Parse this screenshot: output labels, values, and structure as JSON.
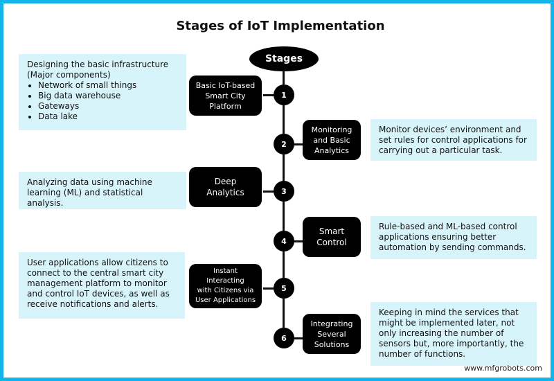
{
  "title": "Stages of IoT Implementation",
  "root_label": "Stages",
  "stages": [
    {
      "number": "1",
      "name": "Basic IoT-based\nSmart City\nPlatform",
      "description": "Designing the basic infrastructure (Major components)",
      "bullets": [
        "Network of small things",
        "Big data warehouse",
        "Gateways",
        "Data lake"
      ]
    },
    {
      "number": "2",
      "name": "Monitoring\nand Basic\nAnalytics",
      "description": "Monitor devices’ environment and set rules for control applications for carrying out a particular task."
    },
    {
      "number": "3",
      "name": "Deep\nAnalytics",
      "description": "Analyzing data using machine learning (ML) and statistical analysis."
    },
    {
      "number": "4",
      "name": "Smart\nControl",
      "description": "Rule-based and ML-based control applications ensuring better automation by sending commands."
    },
    {
      "number": "5",
      "name": "Instant\nInteracting\nwith Citizens via\nUser Applications",
      "description": "User applications allow citizens to connect to the central smart city management platform to monitor and control IoT devices, as well as receive notifications and alerts."
    },
    {
      "number": "6",
      "name": "Integrating\nSeveral\nSolutions",
      "description": "Keeping in mind the services that might be implemented later, not only increasing the number of sensors but, more importantly, the number of functions."
    }
  ],
  "colors": {
    "frame": "#12b4ea",
    "description_bg": "#d8f4fb",
    "node": "#000000"
  },
  "watermark": "www.mfgrobots.com"
}
